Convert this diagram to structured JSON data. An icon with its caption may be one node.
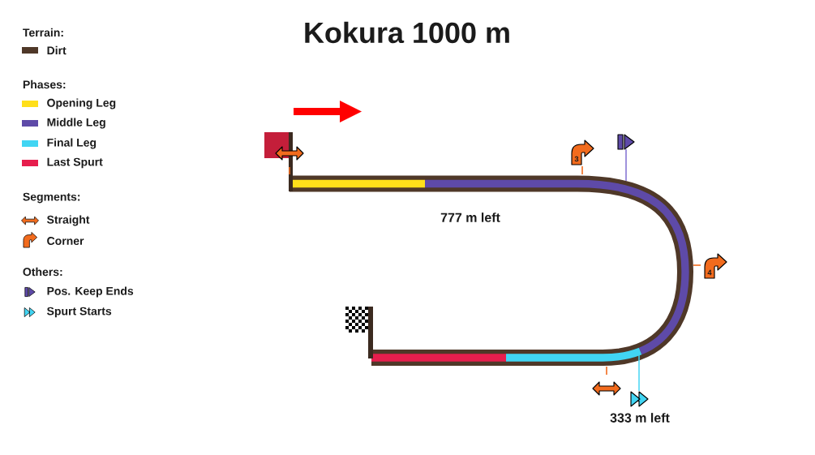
{
  "diagram": {
    "title": "Kokura 1000 m",
    "labels": [
      "Terrain:",
      "Phases:",
      "Segments:",
      "Others:",
      "3",
      "777 m left",
      "4",
      "333 m left"
    ],
    "legend": [
      {
        "text": "Dirt",
        "color": "#4f3828"
      },
      {
        "text": "Opening Leg",
        "color": "#ffdf1a"
      },
      {
        "text": "Middle Leg",
        "color": "#5e4aa8"
      },
      {
        "text": "Final Leg",
        "color": "#41d5f3"
      },
      {
        "text": "Last Spurt",
        "color": "#e61e4d"
      },
      {
        "text": "Straight"
      },
      {
        "text": "Corner"
      },
      {
        "text": "Pos. Keep Ends"
      },
      {
        "text": "Spurt Starts"
      }
    ]
  }
}
